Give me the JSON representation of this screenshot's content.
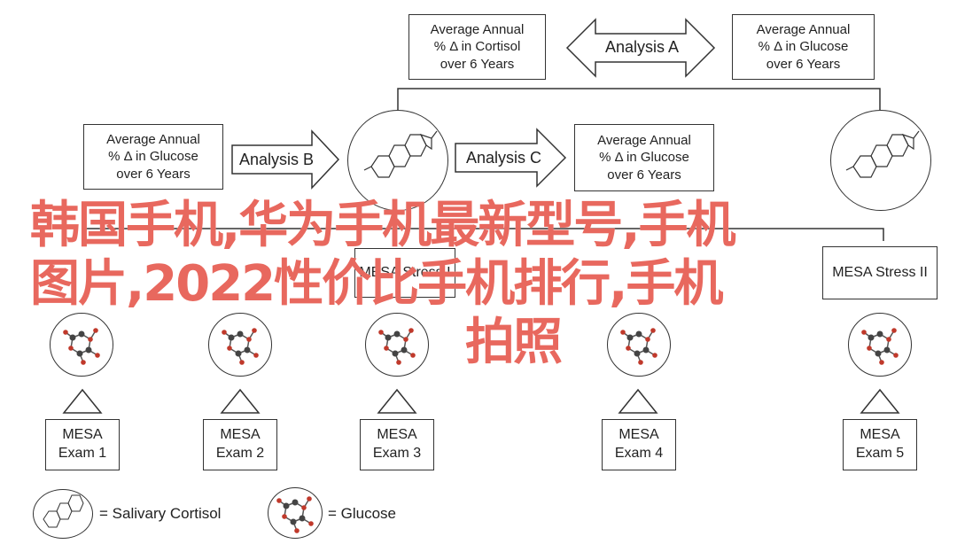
{
  "top_row": {
    "cortisol_box": "Average Annual\n% Δ in Cortisol\nover 6 Years",
    "analysis_a": "Analysis A",
    "glucose_box_right": "Average Annual\n% Δ in Glucose\nover 6 Years"
  },
  "middle_row": {
    "glucose_box_left": "Average Annual\n% Δ in Glucose\nover 6 Years",
    "analysis_b": "Analysis B",
    "analysis_c": "Analysis C",
    "glucose_box_mid": "Average Annual\n% Δ in Glucose\nover 6 Years"
  },
  "stress": {
    "stress_1": "MESA Stress I",
    "stress_2": "MESA Stress II"
  },
  "exams": [
    {
      "line1": "MESA",
      "line2": "Exam 1"
    },
    {
      "line1": "MESA",
      "line2": "Exam 2"
    },
    {
      "line1": "MESA",
      "line2": "Exam 3"
    },
    {
      "line1": "MESA",
      "line2": "Exam 4"
    },
    {
      "line1": "MESA",
      "line2": "Exam 5"
    }
  ],
  "legend": {
    "cortisol": "= Salivary Cortisol",
    "glucose": "= Glucose"
  },
  "overlay": {
    "line1": "韩国手机,华为手机最新型号,手机",
    "line2": "图片,2022性价比手机排行,手机",
    "line3": "拍照"
  }
}
